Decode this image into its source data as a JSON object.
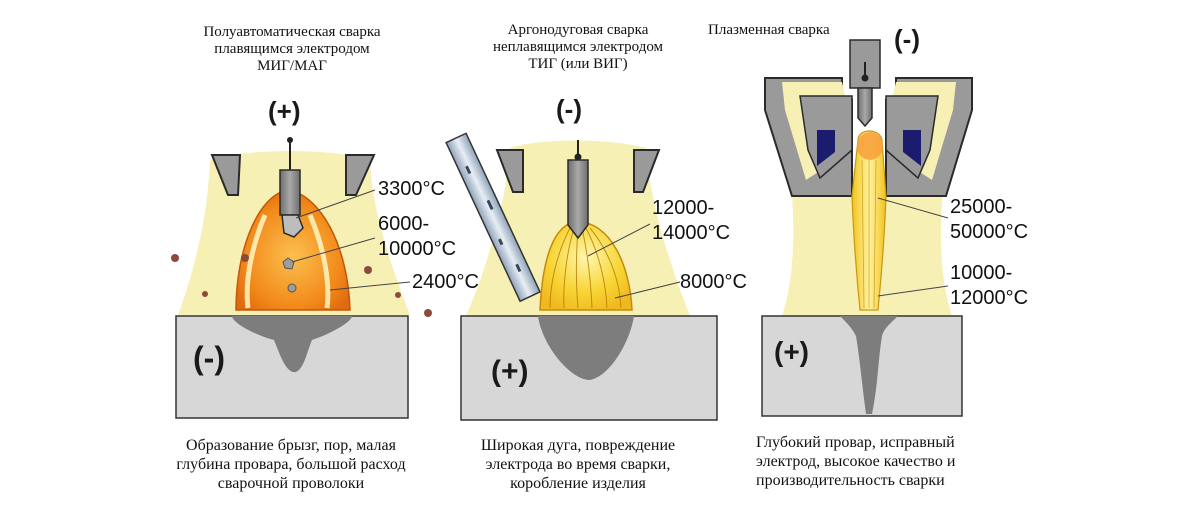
{
  "panels": [
    {
      "title": [
        "Полуавтоматическая сварка",
        "плавящимся электродом",
        "МИГ/МАГ"
      ],
      "electrode_polarity": "(+)",
      "workpiece_polarity": "(-)",
      "temperatures": [
        "3300°C",
        "6000-",
        "10000°C",
        "2400°C"
      ],
      "caption": [
        "Образование брызг, пор, малая",
        "глубина провара, большой расход",
        "сварочной проволоки"
      ]
    },
    {
      "title": [
        "Аргонодуговая сварка",
        "неплавящимся электродом",
        "ТИГ (или ВИГ)"
      ],
      "electrode_polarity": "(-)",
      "workpiece_polarity": "(+)",
      "temperatures": [
        "12000-",
        "14000°C",
        "8000°C"
      ],
      "caption": [
        "Широкая дуга, повреждение",
        "электрода во время сварки,",
        "коробление изделия"
      ]
    },
    {
      "title": [
        "Плазменная сварка"
      ],
      "electrode_polarity": "(-)",
      "workpiece_polarity": "(+)",
      "temperatures": [
        "25000-",
        "50000°C",
        "10000-",
        "12000°C"
      ],
      "caption": [
        "Глубокий провар, исправный",
        "электрод, высокое качество и",
        "производительность сварки"
      ]
    }
  ],
  "colors": {
    "shielding_gas": "#f7f0b4",
    "nozzle_gray": "#9a9a9a",
    "workpiece": "#d7d7d7",
    "weld_pool": "#7d7d7d",
    "mig_arc": "#f08a18",
    "tig_arc": "#f8d230",
    "plasma_jet": "#f3d020",
    "plasma_insert": "#1c1c6e"
  }
}
